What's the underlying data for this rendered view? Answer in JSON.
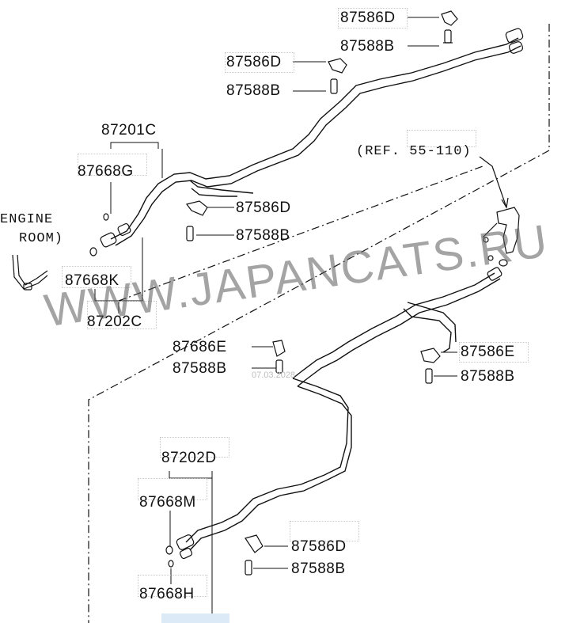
{
  "labels": {
    "p87586D_top": "87586D",
    "p87588B_top": "87588B",
    "p87586D_2": "87586D",
    "p87588B_2": "87588B",
    "p87201C": "87201C",
    "p87668G": "87668G",
    "p87586D_3": "87586D",
    "p87588B_3": "87588B",
    "engine_line1": "ENGINE",
    "engine_line2": "ROOM)",
    "p87668K": "87668K",
    "p87202C": "87202C",
    "ref": "(REF. 55-110)",
    "p87686E": "87686E",
    "p87588B_4": "87588B",
    "p87586E": "87586E",
    "p87588B_5": "87588B",
    "p87202D": "87202D",
    "p87668M": "87668M",
    "p87586D_4": "87586D",
    "p87588B_6": "87588B",
    "p87668H": "87668H"
  },
  "watermark": "WWW.JAPANCATS.RU",
  "stamp": "07.03.2028",
  "colors": {
    "line": "#111111",
    "box": "#c9c9c9"
  }
}
